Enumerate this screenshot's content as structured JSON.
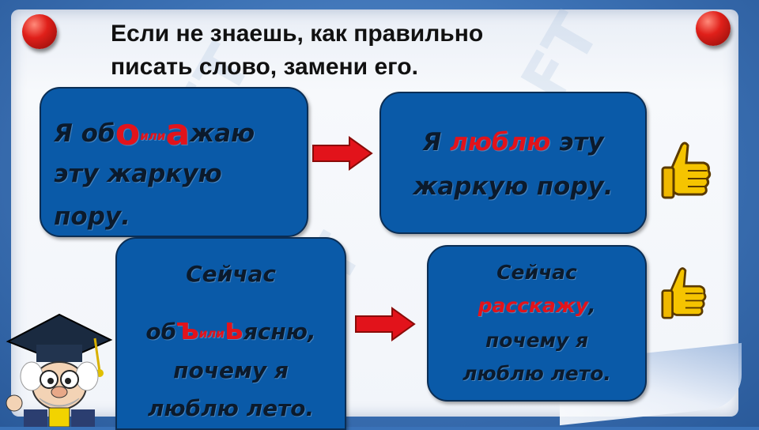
{
  "title": {
    "line1": "Если не знаешь, как правильно",
    "line2": "писать слово, замени его."
  },
  "box1": {
    "word_start": "Я об",
    "letter_o": "о",
    "or_word": "или",
    "letter_a": "а",
    "word_end": "жаю",
    "line2": "эту жаркую",
    "line3": "пору."
  },
  "box2": {
    "pre": "Я ",
    "highlight": "люблю",
    "post": " эту",
    "line2": "жаркую пору."
  },
  "box3": {
    "line1": "Сейчас",
    "word_start": "об",
    "letter_hard": "ъ",
    "or_word": "или",
    "letter_soft": "ь",
    "word_end": "ясню,",
    "line3": "почему я",
    "line4": "люблю лето."
  },
  "box4": {
    "line1": "Сейчас",
    "highlight": "расскажу",
    "comma": ",",
    "line3": "почему я",
    "line4": "люблю лето."
  },
  "colors": {
    "box_fill": "#0a5aa8",
    "highlight": "#e2131b",
    "arrow": "#e2131b",
    "pin": "#e0201a"
  },
  "icons": [
    "thumbs-up-icon",
    "arrow-right-icon",
    "pushpin-icon",
    "professor-mascot"
  ]
}
